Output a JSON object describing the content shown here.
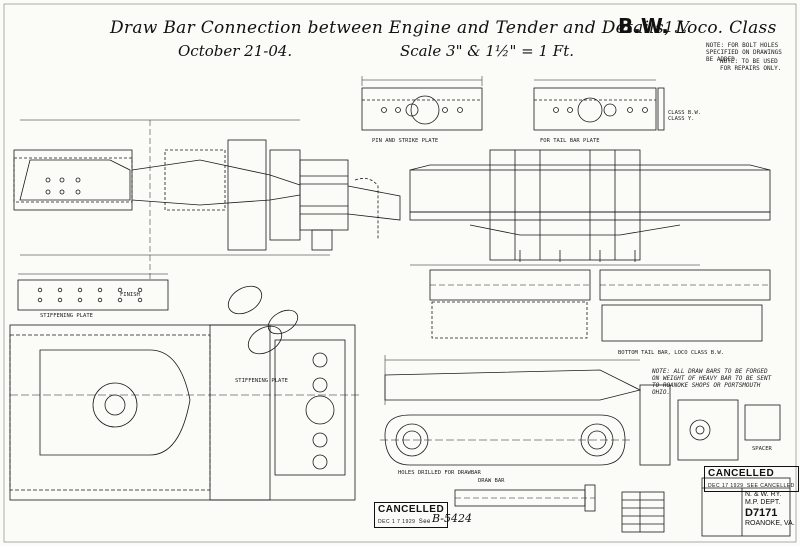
{
  "title": {
    "main": "Draw Bar Connection between Engine and Tender and Details, Loco. Class",
    "class": "B.W.",
    "class_suffix": "1.V.",
    "date": "October 21-04.",
    "scale": "Scale 3\" & 1½\" = 1 Ft."
  },
  "notes": {
    "top_right_1": "NOTE: FOR BOLT HOLES SPECIFIED ON DRAWINGS BE ADDED",
    "top_right_2": "NOTE: TO BE USED FOR REPAIRS ONLY.",
    "class_labels": "CLASS B.W. CLASS Y.",
    "pin_plate_left": "PIN AND STRIKE PLATE",
    "pin_plate_right": "FOR TAIL BAR PLATE",
    "bottom_right": "NOTE: ALL DRAW BARS TO BE FORGED ON WEIGHT OF HEAVY BAR TO BE SENT TO ROANOKE SHOPS OR PORTSMOUTH OHIO.",
    "finish": "FINISH",
    "stiffening_plate": "STIFFENING PLATE",
    "stiffening_plate_2": "STIFFENING PLATE",
    "holes_drilled": "HOLES DRILLED FOR DRAWBAR",
    "draw_bar": "DRAW BAR",
    "bottom_tail_bar": "BOTTOM TAIL BAR, LOCO CLASS B.W.",
    "spacer": "SPACER"
  },
  "stamps": {
    "cancelled_main": "CANCELLED",
    "cancelled_main_date": "DEC 1 7 1929",
    "cancelled_main_see": "See",
    "cancelled_main_ref": "B-5424",
    "cancelled_right": "CANCELLED",
    "cancelled_right_date": "DEC 17 1929",
    "cancelled_right_see": "SEE CANCELLED"
  },
  "title_block": {
    "railway": "N. & W. RY.",
    "dept": "M.P. DEPT.",
    "drawing_no": "D7171",
    "location": "ROANOKE, VA."
  }
}
